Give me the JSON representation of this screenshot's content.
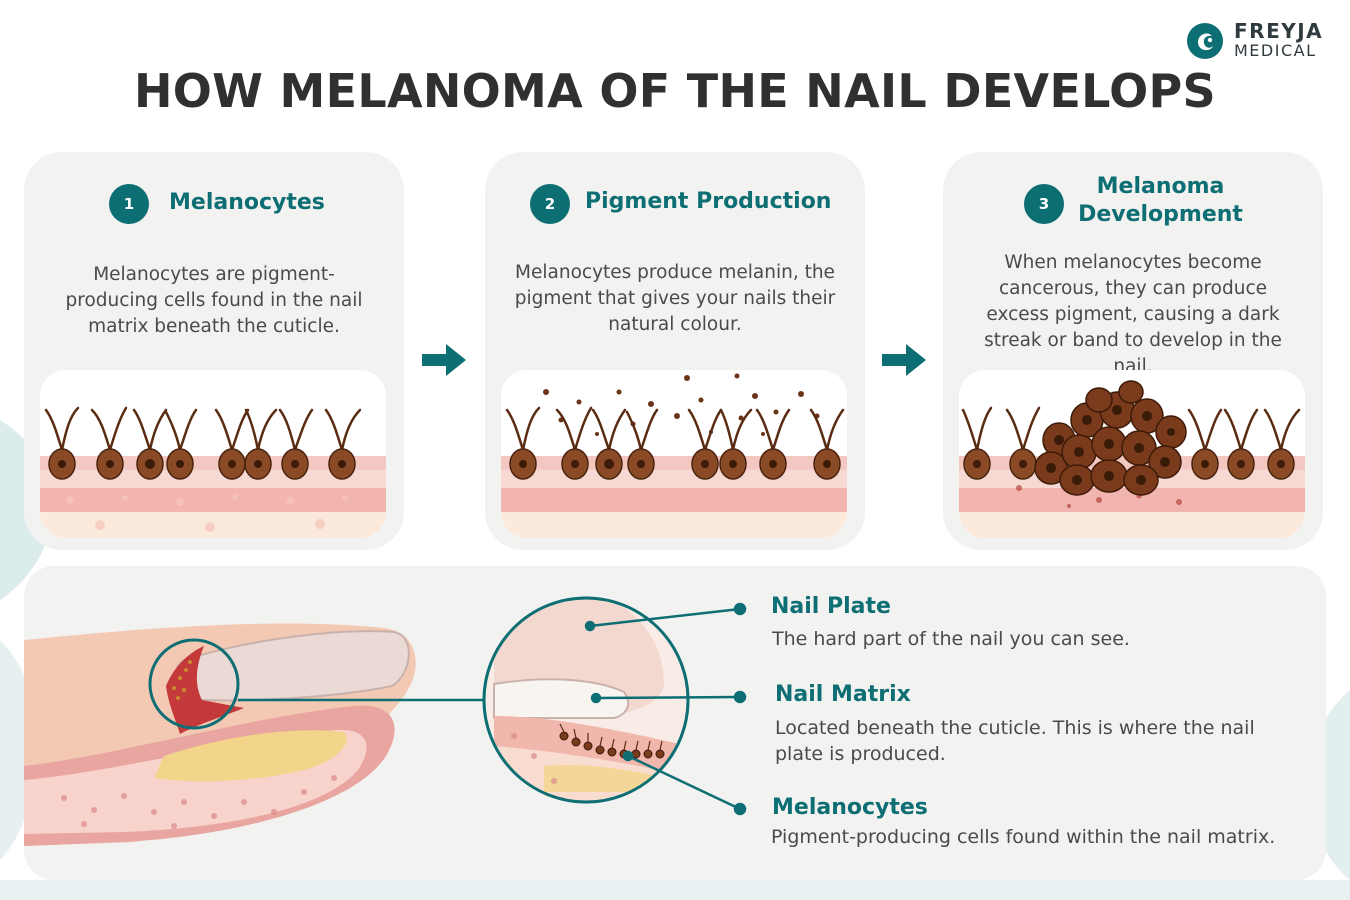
{
  "logo": {
    "top": "FREYJA",
    "bottom": "MEDICAL"
  },
  "title": "HOW MELANOMA OF THE NAIL DEVELOPS",
  "steps": [
    {
      "number": "1",
      "title": "Melanocytes",
      "description": "Melanocytes are pigment-producing cells found in the nail matrix beneath the cuticle."
    },
    {
      "number": "2",
      "title": "Pigment Production",
      "description": "Melanocytes produce melanin, the pigment that gives your nails their natural colour."
    },
    {
      "number": "3",
      "title": "Melanoma Development",
      "description": "When melanocytes become cancerous, they can produce excess pigment, causing a dark streak or band to develop in the nail."
    }
  ],
  "labels": [
    {
      "title": "Nail Plate",
      "description": "The hard part of the nail you can see."
    },
    {
      "title": "Nail Matrix",
      "description": "Located beneath the cuticle. This is where the nail plate is produced."
    },
    {
      "title": "Melanocytes",
      "description": "Pigment-producing cells found within the nail matrix."
    }
  ],
  "colors": {
    "accent": "#0d6e73",
    "card": "#f2f2f1",
    "pigment": "#6b3418"
  },
  "icons": [
    "freyja-logo-icon",
    "arrow-right-icon"
  ]
}
